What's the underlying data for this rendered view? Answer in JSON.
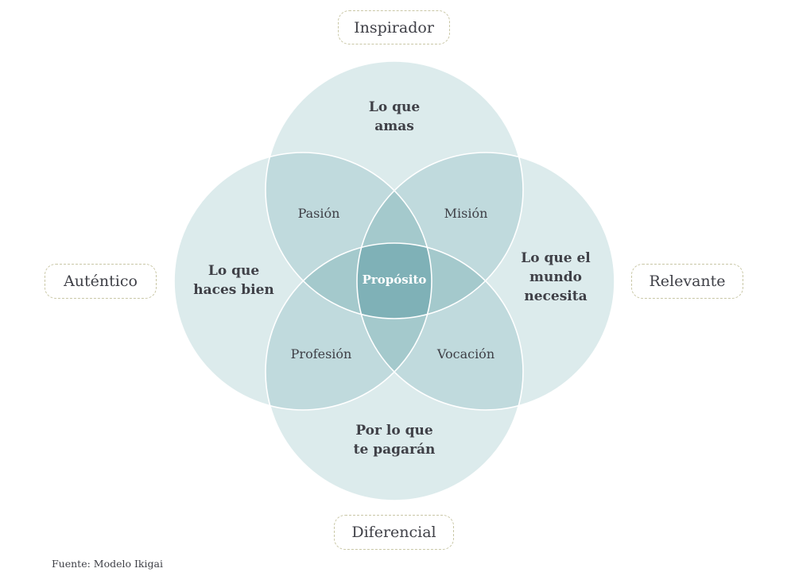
{
  "tags": {
    "top": "Inspirador",
    "left": "Auténtico",
    "right": "Relevante",
    "bottom": "Diferencial"
  },
  "circles": {
    "top": [
      "Lo que",
      "amas"
    ],
    "left": [
      "Lo que",
      "haces bien"
    ],
    "right": [
      "Lo que el",
      "mundo",
      "necesita"
    ],
    "bottom": [
      "Por lo que",
      "te pagarán"
    ]
  },
  "overlaps": {
    "top_left": "Pasión",
    "top_right": "Misión",
    "bottom_left": "Profesión",
    "bottom_right": "Vocación"
  },
  "center": "Propósito",
  "source": "Fuente: Modelo Ikigai",
  "colors": {
    "circle_fill": "#dcebec",
    "overlap_fill": "#c0dadd",
    "triple_fill": "#a4c9cc",
    "center_fill": "#7fb1b7",
    "stroke": "#ffffff",
    "tag_border": "#c9c7a6",
    "text": "#3f4047"
  }
}
